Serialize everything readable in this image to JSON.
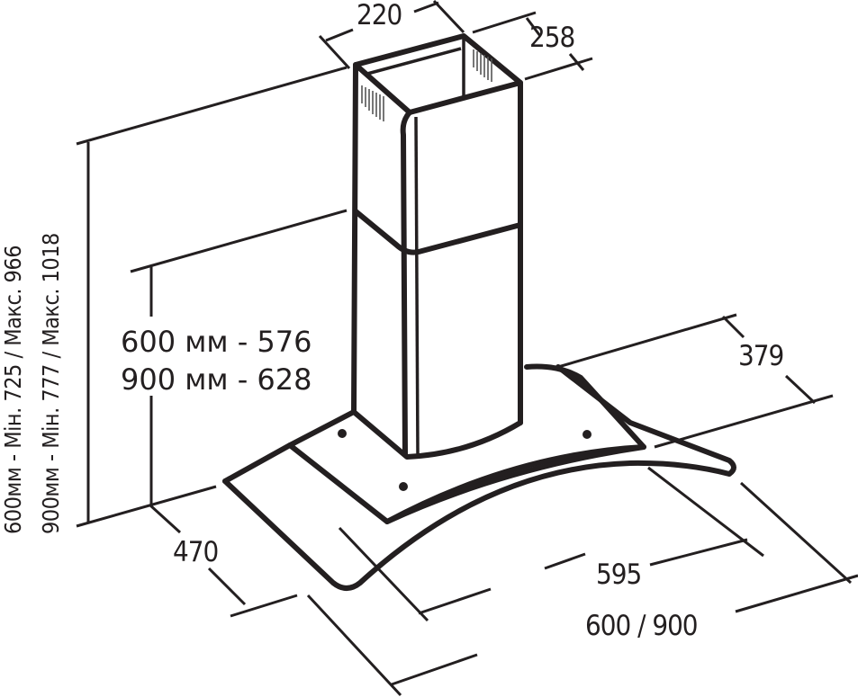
{
  "diagram": {
    "subject": "Chimney cooker hood with curved glass canopy — dimension drawing",
    "units": "mm",
    "colors": {
      "line": "#231f20",
      "background": "#ffffff"
    },
    "dimensions": {
      "chimney_width": "220",
      "chimney_depth": "258",
      "canopy_depth_top": "379",
      "canopy_depth_bottom": "470",
      "body_width": "595",
      "total_width": "600 / 900"
    },
    "duct_height_notes": {
      "line_600": "600 мм - 576",
      "line_900": "900 мм - 628"
    },
    "total_height_notes": {
      "line_600": "600мм - Мін. 725 / Макс. 966",
      "line_900": "900мм - Мін. 777 / Макс. 1018"
    }
  }
}
